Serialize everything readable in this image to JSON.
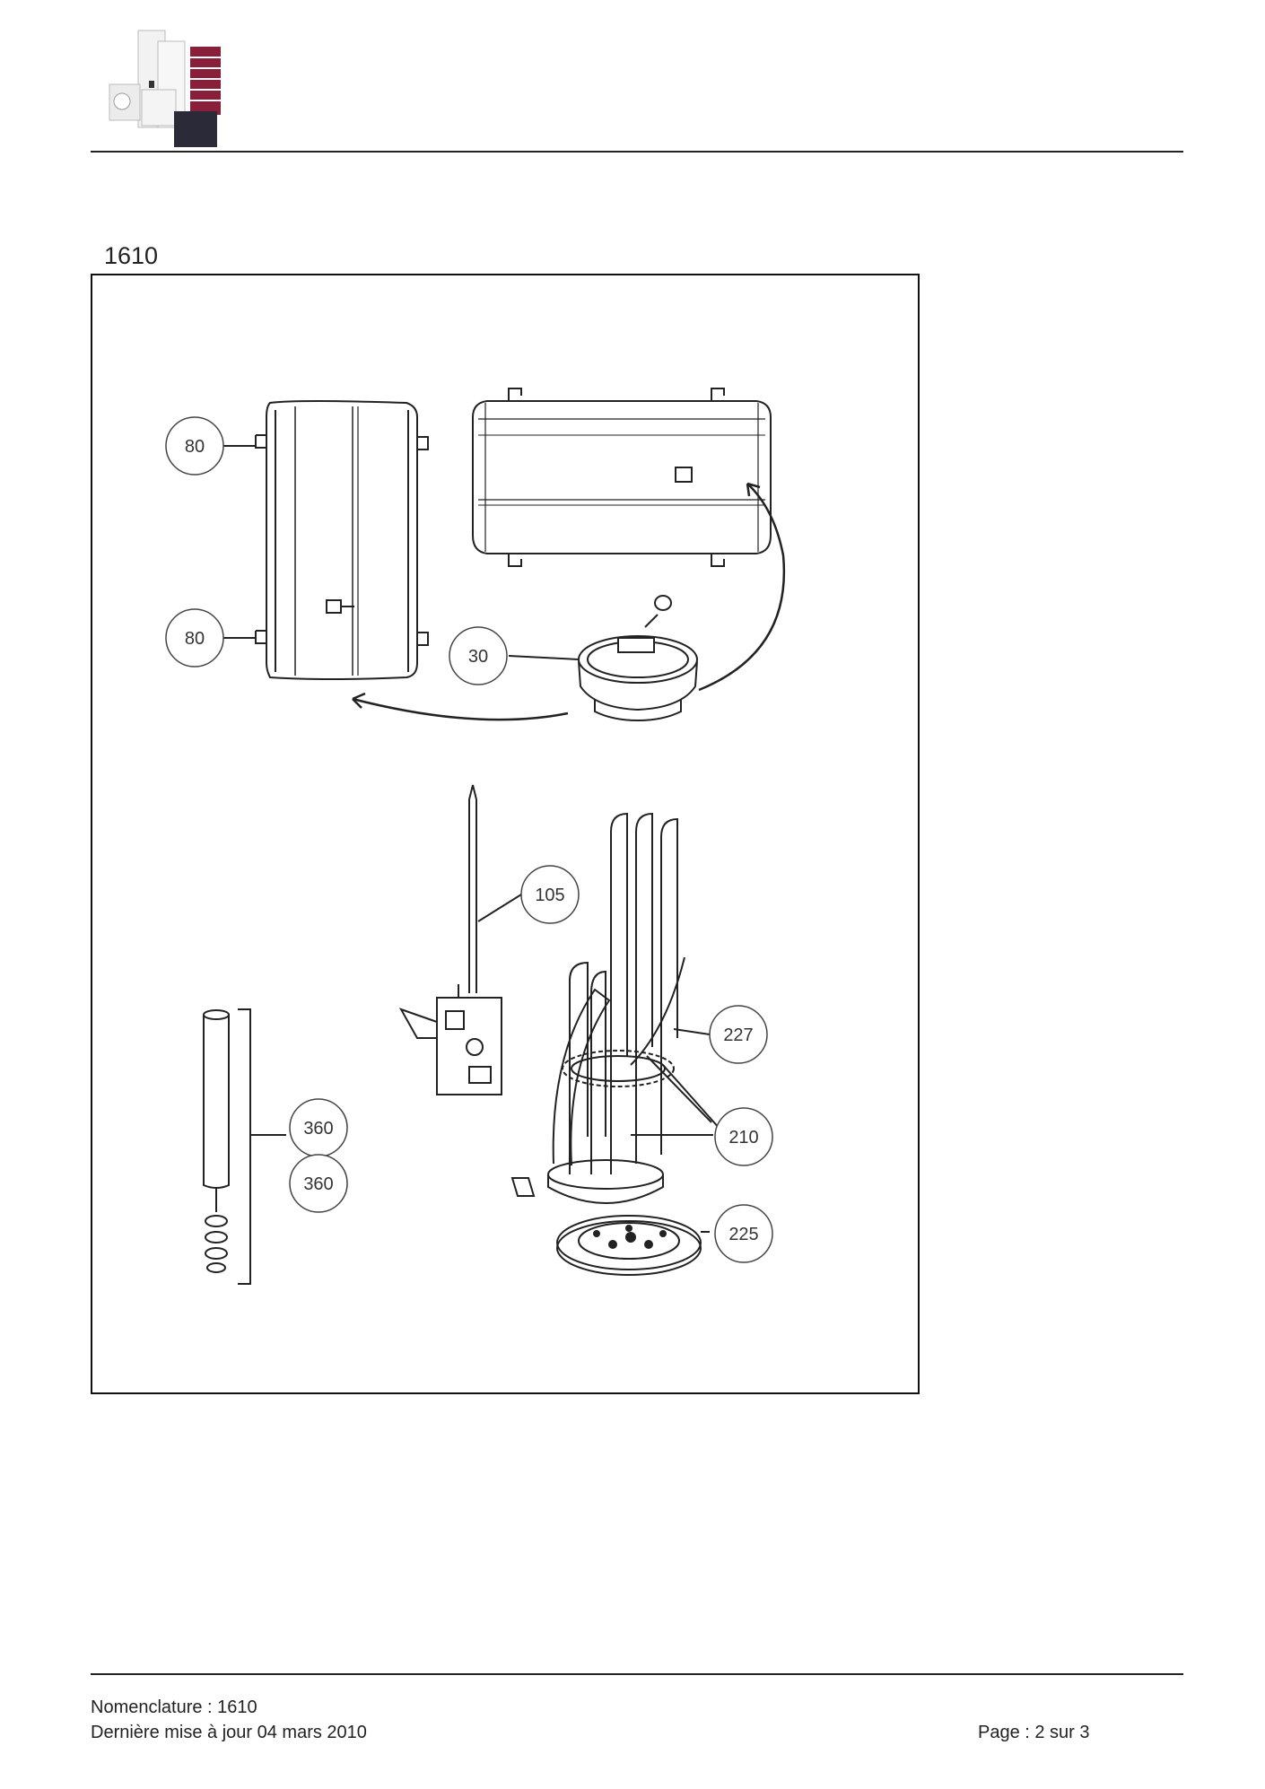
{
  "figure": {
    "label": "1610"
  },
  "callouts": [
    {
      "id": "c80a",
      "text": "80"
    },
    {
      "id": "c80b",
      "text": "80"
    },
    {
      "id": "c30",
      "text": "30"
    },
    {
      "id": "c105",
      "text": "105"
    },
    {
      "id": "c227",
      "text": "227"
    },
    {
      "id": "c210",
      "text": "210"
    },
    {
      "id": "c225",
      "text": "225"
    },
    {
      "id": "c360a",
      "text": "360"
    },
    {
      "id": "c360b",
      "text": "360"
    }
  ],
  "footer": {
    "nomenclature": "Nomenclature : 1610",
    "updated": "Dernière mise à jour 04 mars 2010",
    "page": "Page : 2 sur 3"
  },
  "colors": {
    "logo_red": "#8a1f3a",
    "logo_dark": "#2a2a38"
  }
}
